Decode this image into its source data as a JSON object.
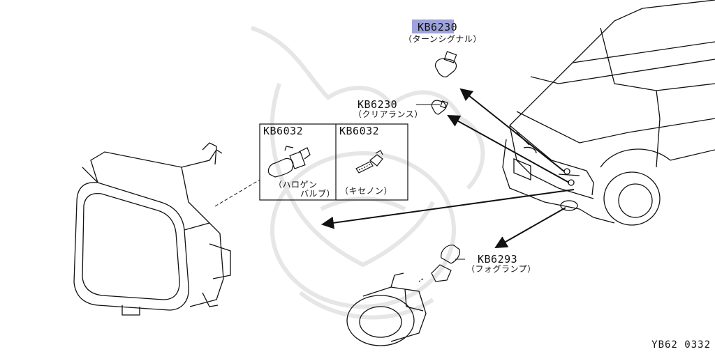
{
  "parts": [
    {
      "code": "KB6230",
      "note": "（ターンシグナル）"
    },
    {
      "code": "KB6230",
      "note": "（クリアランス）"
    },
    {
      "code": "KB6032",
      "note": "（ハロゲン"
    },
    {
      "code": "KB6032",
      "note": "（キセノン）"
    },
    {
      "code": "KB6293",
      "note": "（フォグランプ）"
    }
  ],
  "halogen_note_line2": "バルブ）",
  "diagram_ref": "YB62  0332",
  "colors": {
    "highlight": "#8d93d6",
    "line": "#111111",
    "watermark": "#e6e6e6"
  }
}
